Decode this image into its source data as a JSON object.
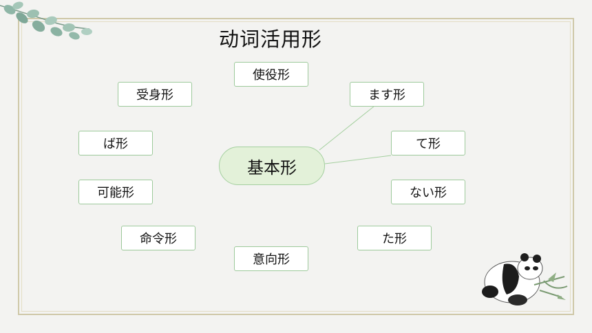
{
  "title": "动词活用形",
  "center": "基本形",
  "nodes": {
    "shieki": "使役形",
    "ukemi": "受身形",
    "masu": "ます形",
    "ba": "ば形",
    "te": "て形",
    "kanou": "可能形",
    "nai": "ない形",
    "meirei": "命令形",
    "ta": "た形",
    "ikou": "意向形"
  },
  "colors": {
    "node_border": "#9cc99a",
    "center_fill": "#e3f1d9",
    "frame": "#cfc8a8"
  }
}
